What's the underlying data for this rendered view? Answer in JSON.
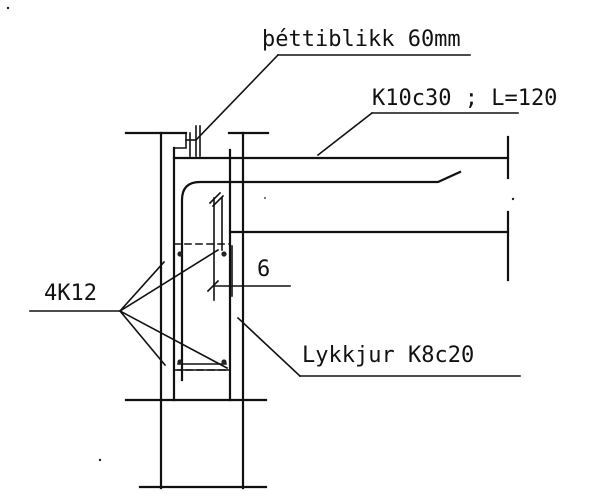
{
  "labels": {
    "flashing": "þéttiblikk 60mm",
    "top_rebar": "K10c30 ; L=120",
    "longitudinal_bars": "4K12",
    "dimension": "6",
    "stirrups": "Lykkjur K8c20"
  },
  "colors": {
    "ink": "#111111",
    "paper": "#ffffff"
  }
}
